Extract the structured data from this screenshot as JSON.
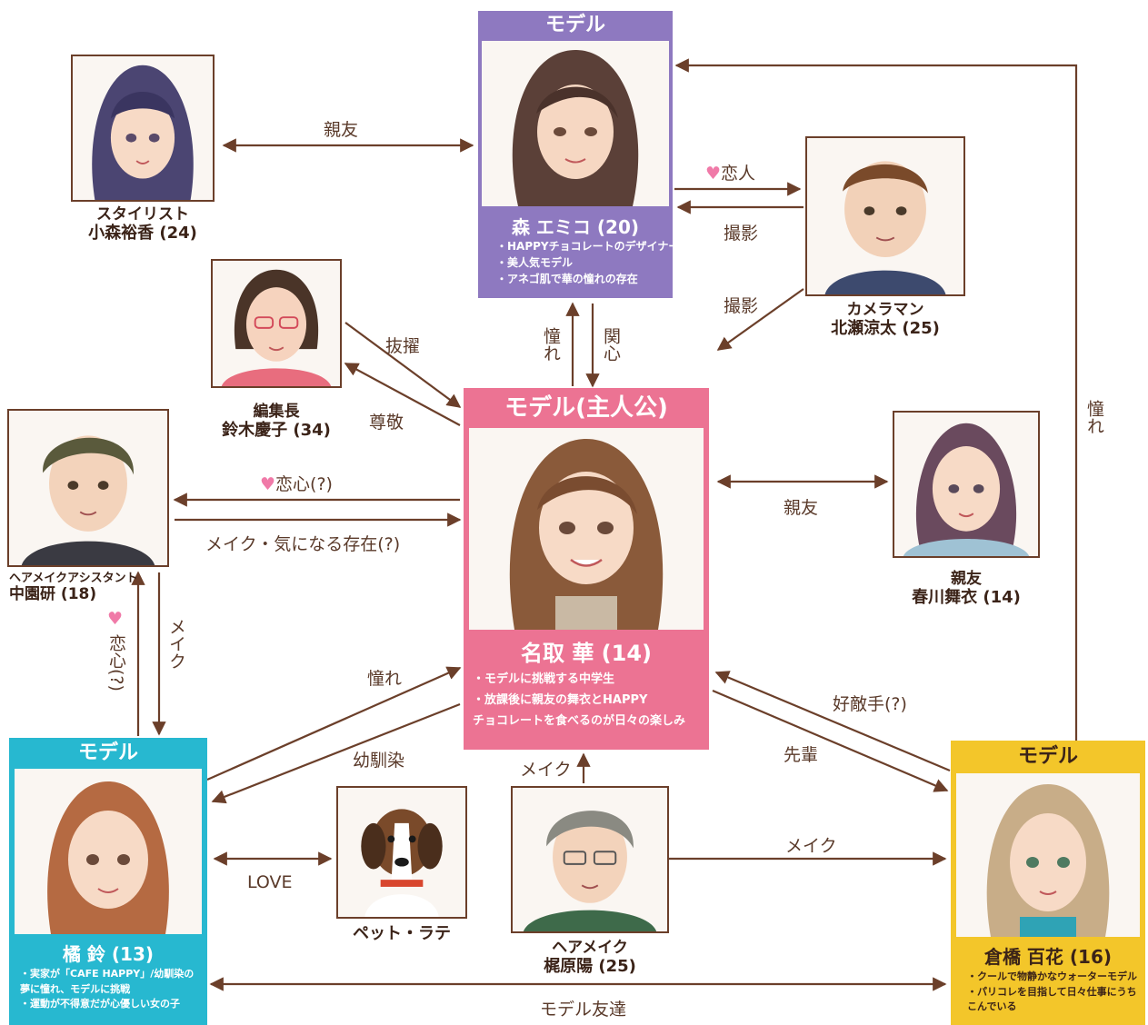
{
  "colors": {
    "arrow": "#6b3f2a",
    "purple": "#8e79c0",
    "pink": "#ec7393",
    "cyan": "#27b8d0",
    "yellow": "#f3c62a",
    "heart": "#f07aa8"
  },
  "icons": {
    "heart": "♥"
  },
  "nodes": {
    "mori": {
      "header": "モデル",
      "name": "森 エミコ (20)",
      "desc": [
        "・HAPPYチョコレートのデザイナー",
        "・美人気モデル",
        "・アネゴ肌で華の憧れの存在"
      ]
    },
    "natori": {
      "header": "モデル(主人公)",
      "name": "名取 華 (14)",
      "desc": [
        "・モデルに挑戦する中学生",
        "・放課後に親友の舞衣とHAPPY",
        "チョコレートを食べるのが日々の楽しみ"
      ]
    },
    "tachibana": {
      "header": "モデル",
      "name": "橘 鈴 (13)",
      "desc": [
        "・実家が「CAFE HAPPY」/幼馴染の",
        "夢に憧れ、モデルに挑戦",
        "・運動が不得意だが心優しい女の子"
      ]
    },
    "kurahashi": {
      "header": "モデル",
      "name": "倉橋 百花 (16)",
      "desc": [
        "・クールで物静かなウォーターモデル",
        "・パリコレを目指して日々仕事にうち",
        "こんでいる"
      ]
    },
    "komori": {
      "role": "スタイリスト",
      "name": "小森裕香 (24)"
    },
    "kitase": {
      "role": "カメラマン",
      "name": "北瀬涼太 (25)"
    },
    "suzuki": {
      "role": "編集長",
      "name": "鈴木慶子 (34)"
    },
    "nakazono": {
      "role": "ヘアメイクアシスタント",
      "name": "中園研 (18)"
    },
    "harukawa": {
      "role": "親友",
      "name": "春川舞衣 (14)"
    },
    "pet": {
      "name": "ペット・ラテ"
    },
    "kajiwara": {
      "role": "ヘアメイク",
      "name": "梶原陽 (25)"
    }
  },
  "edges": {
    "komori_mori": "親友",
    "mori_kitase": "恋人",
    "kitase_mori": "撮影",
    "kitase_natori": "撮影",
    "natori_mori": "憧れ",
    "mori_natori": "関心",
    "suzuki_natori": "抜擢",
    "natori_suzuki": "尊敬",
    "natori_harukawa": "親友",
    "natori_nakazono": "恋心(?)",
    "nakazono_natori": "メイク・気になる存在(?)",
    "tachibana_nakazono": "恋心(?)",
    "nakazono_tachibana": "メイク",
    "tachibana_natori": "憧れ",
    "natori_tachibana": "幼馴染",
    "kurahashi_natori": "好敵手(?)",
    "natori_kurahashi": "先輩",
    "kurahashi_mori": "憧れ",
    "kajiwara_natori": "メイク",
    "kajiwara_kurahashi": "メイク",
    "tachibana_pet": "LOVE",
    "tachibana_kurahashi": "モデル友達"
  }
}
